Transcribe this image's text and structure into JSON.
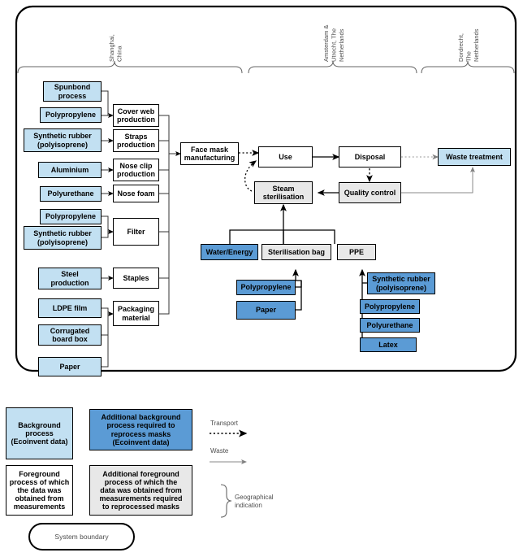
{
  "figure": {
    "title": "Face mask life-cycle system boundary flow diagram",
    "colors": {
      "background_process": "#c2e0f2",
      "additional_background_process": "#5b9bd5",
      "foreground_process": "#ffffff",
      "additional_foreground_process": "#e8e8e8",
      "line": "#000000",
      "grey_line": "#808080",
      "label_text": "#4d4d4d"
    }
  },
  "geographies": [
    {
      "id": "geo-shanghai",
      "label": "Shanghai,\nChina"
    },
    {
      "id": "geo-amsterdam",
      "label": "Amsterdam &\nUtrecht, The\nNetherlands"
    },
    {
      "id": "geo-dordrecht",
      "label": "Dordrecht,\nThe\nNetherlands"
    }
  ],
  "materials_left": [
    {
      "id": "spunbond-process",
      "label": "Spunbond\nprocess",
      "type": "background"
    },
    {
      "id": "polypropylene-cover",
      "label": "Polypropylene",
      "type": "background"
    },
    {
      "id": "synthetic-rubber-straps",
      "label": "Synthetic rubber\n(polyisoprene)",
      "type": "background"
    },
    {
      "id": "aluminium",
      "label": "Aluminium",
      "type": "background"
    },
    {
      "id": "polyurethane-nosefoam",
      "label": "Polyurethane",
      "type": "background"
    },
    {
      "id": "polypropylene-filter",
      "label": "Polypropylene",
      "type": "background"
    },
    {
      "id": "synthetic-rubber-filter",
      "label": "Synthetic rubber\n(polyisoprene)",
      "type": "background"
    },
    {
      "id": "steel-production",
      "label": "Steel\nproduction",
      "type": "background"
    },
    {
      "id": "ldpe-film",
      "label": "LDPE film",
      "type": "background"
    },
    {
      "id": "corrugated-board-box",
      "label": "Corrugated\nboard box",
      "type": "background"
    },
    {
      "id": "paper-packaging",
      "label": "Paper",
      "type": "background"
    }
  ],
  "production_processes": [
    {
      "id": "cover-web-production",
      "label": "Cover web\nproduction",
      "type": "foreground"
    },
    {
      "id": "straps-production",
      "label": "Straps\nproduction",
      "type": "foreground"
    },
    {
      "id": "nose-clip-production",
      "label": "Nose clip\nproduction",
      "type": "foreground"
    },
    {
      "id": "nose-foam",
      "label": "Nose foam",
      "type": "foreground"
    },
    {
      "id": "filter",
      "label": "Filter",
      "type": "foreground"
    },
    {
      "id": "staples",
      "label": "Staples",
      "type": "foreground"
    },
    {
      "id": "packaging-material",
      "label": "Packaging\nmaterial",
      "type": "foreground"
    }
  ],
  "main_chain": [
    {
      "id": "face-mask-manufacturing",
      "label": "Face mask\nmanufacturing",
      "type": "foreground"
    },
    {
      "id": "use",
      "label": "Use",
      "type": "foreground"
    },
    {
      "id": "disposal",
      "label": "Disposal",
      "type": "foreground"
    },
    {
      "id": "waste-treatment",
      "label": "Waste treatment",
      "type": "background"
    },
    {
      "id": "steam-sterilisation",
      "label": "Steam\nsterilisation",
      "type": "additional-foreground"
    },
    {
      "id": "quality-control",
      "label": "Quality control",
      "type": "additional-foreground"
    }
  ],
  "sterilisation_inputs": [
    {
      "id": "water-energy",
      "label": "Water/Energy",
      "type": "additional-background"
    },
    {
      "id": "sterilisation-bag",
      "label": "Sterilisation bag",
      "type": "additional-foreground"
    },
    {
      "id": "ppe",
      "label": "PPE",
      "type": "additional-foreground"
    }
  ],
  "sterilisation_bag_materials": [
    {
      "id": "bag-polypropylene",
      "label": "Polypropylene",
      "type": "additional-background"
    },
    {
      "id": "bag-paper",
      "label": "Paper",
      "type": "additional-background"
    }
  ],
  "ppe_materials": [
    {
      "id": "ppe-synthetic-rubber",
      "label": "Synthetic rubber\n(polyisoprene)",
      "type": "additional-background"
    },
    {
      "id": "ppe-polypropylene",
      "label": "Polypropylene",
      "type": "additional-background"
    },
    {
      "id": "ppe-polyurethane",
      "label": "Polyurethane",
      "type": "additional-background"
    },
    {
      "id": "ppe-latex",
      "label": "Latex",
      "type": "additional-background"
    }
  ],
  "legend": {
    "boxes": [
      {
        "id": "legend-background-process",
        "label": "Background\nprocess\n(Ecoinvent data)",
        "type": "background"
      },
      {
        "id": "legend-additional-background-process",
        "label": "Additional background\nprocess required to\nreprocess masks\n(Ecoinvent data)",
        "type": "additional-background"
      },
      {
        "id": "legend-foreground-process",
        "label": "Foreground\nprocess of which\nthe data was\nobtained from\nmeasurements",
        "type": "foreground"
      },
      {
        "id": "legend-additional-foreground-process",
        "label": "Additional foreground\nprocess of which the\ndata was obtained from\nmeasurements required\nto reprocessed masks",
        "type": "additional-foreground"
      }
    ],
    "system_boundary_label": "System boundary",
    "transport_label": "Transport",
    "waste_label": "Waste",
    "geographical_indication_label": "Geographical\nindication"
  }
}
